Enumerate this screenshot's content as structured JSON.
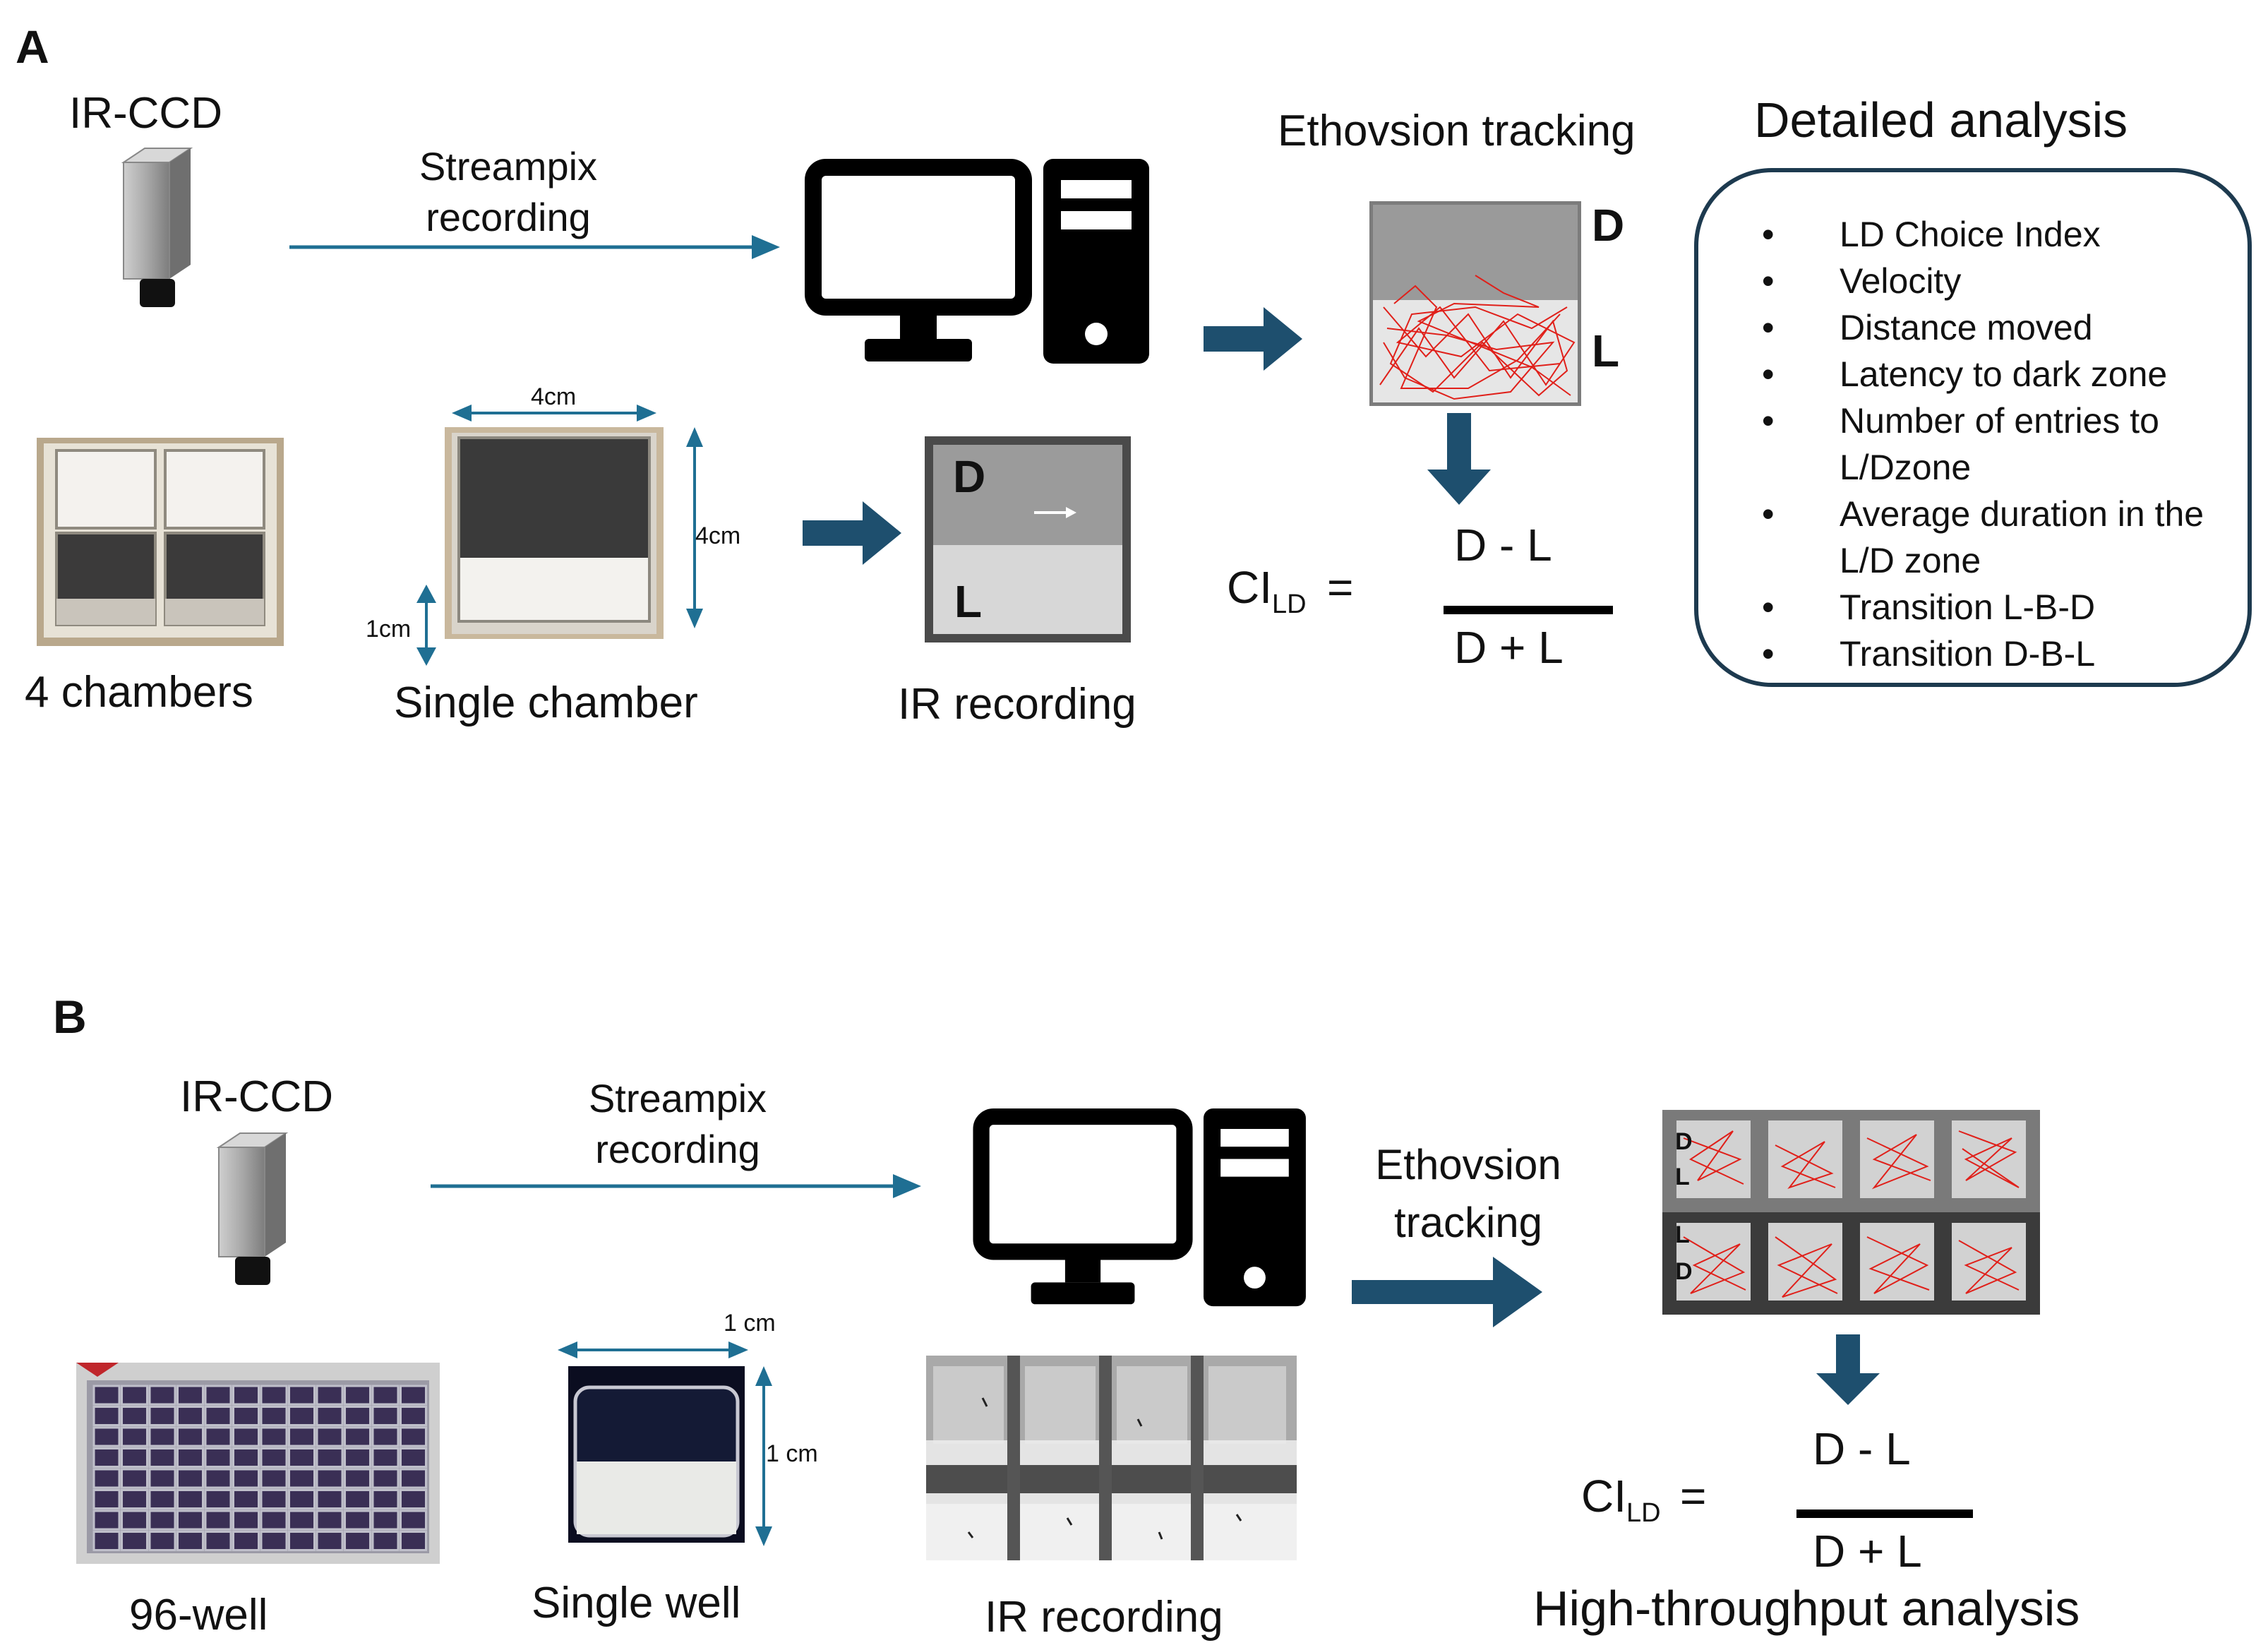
{
  "colors": {
    "arrow_teal": "#1f6f93",
    "arrow_block": "#1e4f6e",
    "box_border": "#1d3a4f",
    "track_red": "#e0201a",
    "icon_black": "#000000"
  },
  "panel_a": {
    "letter": "A",
    "camera_label": "IR-CCD",
    "stream_line1": "Streampix",
    "stream_line2": "recording",
    "tracking_label": "Ethovsion tracking",
    "track_zone_d": "D",
    "track_zone_l": "L",
    "analysis_title": "Detailed analysis",
    "analysis_bullet": "•",
    "analysis_items": [
      "LD Choice Index",
      "Velocity",
      "Distance moved",
      "Latency to dark zone",
      "Number of entries to",
      "L/Dzone",
      "Average duration in the",
      "L/D zone",
      "Transition L-B-D",
      "Transition D-B-L"
    ],
    "chambers_label": "4 chambers",
    "single_chamber_label": "Single chamber",
    "dim_width": "4cm",
    "dim_height": "4cm",
    "dim_depth": "1cm",
    "ir_zone_d": "D",
    "ir_zone_l": "L",
    "ir_label": "IR recording",
    "formula_ci": "CI",
    "formula_sub": "LD",
    "formula_eq": "=",
    "formula_num": "D - L",
    "formula_den": "D + L"
  },
  "panel_b": {
    "letter": "B",
    "camera_label": "IR-CCD",
    "stream_line1": "Streampix",
    "stream_line2": "recording",
    "tracking_line1": "Ethovsion",
    "tracking_line2": "tracking",
    "plate_label": "96-well",
    "single_well_label": "Single well",
    "dim_width": "1 cm",
    "dim_height": "1 cm",
    "ir_label": "IR recording",
    "well_labels": [
      "D",
      "L",
      "L",
      "D"
    ],
    "formula_ci": "CI",
    "formula_sub": "LD",
    "formula_eq": "=",
    "formula_num": "D - L",
    "formula_den": "D + L",
    "analysis_label": "High-throughput analysis"
  }
}
